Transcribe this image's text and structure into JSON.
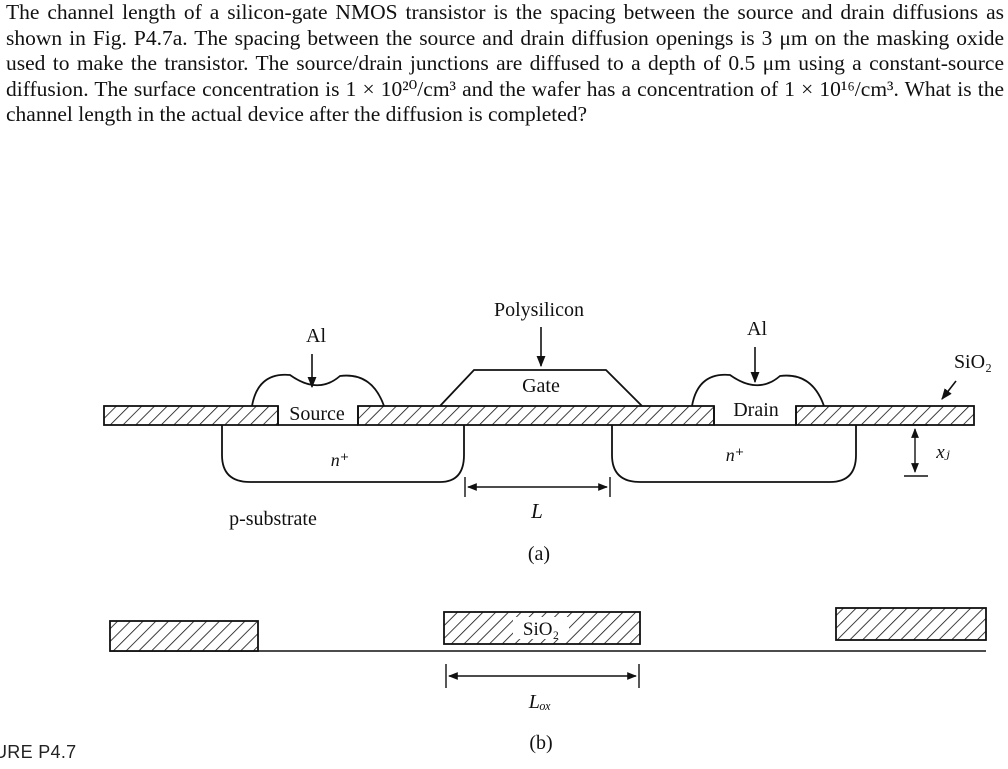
{
  "problem": {
    "text": "The channel length of a silicon-gate NMOS transistor is the spacing between the source and drain diffusions as shown in Fig. P4.7a. The spacing between the source and drain diffusion openings is 3 μm on the masking oxide used to make the transistor. The source/drain junctions are diffused to a depth of 0.5 μm using a constant-source diffusion. The surface concentration is 1 × 10²⁰/cm³ and the wafer has a concentration of 1 × 10¹⁶/cm³. What is the channel length in the actual device after the diffusion is completed?"
  },
  "figure_a": {
    "labels": {
      "polysilicon": "Polysilicon",
      "al_left": "Al",
      "al_right": "Al",
      "sio2": "SiO₂",
      "gate": "Gate",
      "source": "Source",
      "drain": "Drain",
      "n_left": "n⁺",
      "n_right": "n⁺",
      "xj": "xⱼ",
      "length": "L",
      "substrate": "p-substrate"
    },
    "caption": "(a)"
  },
  "figure_b": {
    "labels": {
      "sio2": "SiO₂",
      "length": "Lₒₓ"
    },
    "caption": "(b)"
  },
  "figure_caption": "URE P4.7"
}
